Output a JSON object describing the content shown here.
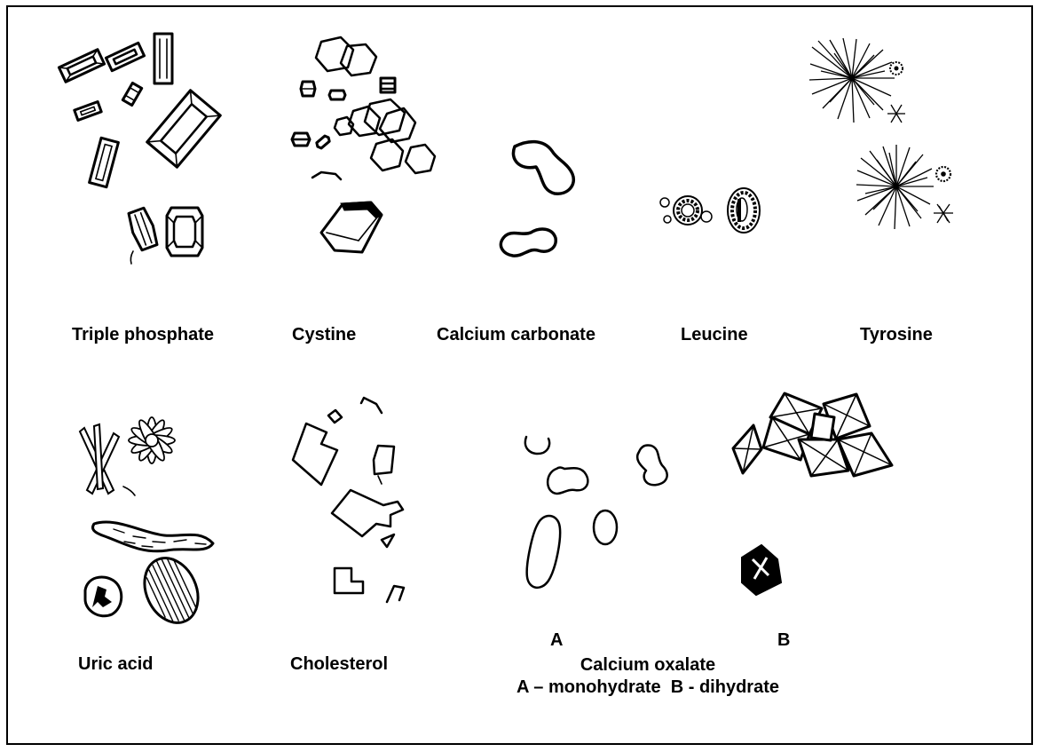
{
  "crystals": {
    "triple_phosphate": "Triple phosphate",
    "cystine": "Cystine",
    "calcium_carbonate": "Calcium carbonate",
    "leucine": "Leucine",
    "tyrosine": "Tyrosine",
    "uric_acid": "Uric acid",
    "cholesterol": "Cholesterol"
  },
  "calcium_oxalate": {
    "title": "Calcium oxalate",
    "marker_a": "A",
    "marker_b": "B",
    "legend": "A – monohydrate  B - dihydrate"
  }
}
